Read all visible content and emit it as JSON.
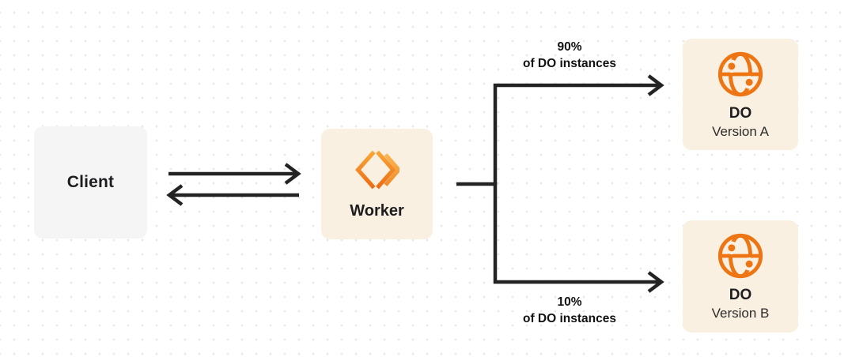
{
  "client": {
    "label": "Client"
  },
  "worker": {
    "label": "Worker"
  },
  "do_a": {
    "title": "DO",
    "subtitle": "Version A"
  },
  "do_b": {
    "title": "DO",
    "subtitle": "Version B"
  },
  "branch_top": {
    "percent": "90%",
    "caption": "of DO instances"
  },
  "branch_bottom": {
    "percent": "10%",
    "caption": "of DO instances"
  },
  "icons": {
    "worker": "cloudflare-workers-icon",
    "do": "durable-object-globe-icon"
  },
  "colors": {
    "line": "#232323",
    "accent_orange": "#ee7513",
    "box_cream": "#faf0e1",
    "box_gray": "#f5f5f6",
    "text_dark": "#1d1d1f",
    "text_sub": "#2b2b2b",
    "dot": "#e7e7e7"
  }
}
